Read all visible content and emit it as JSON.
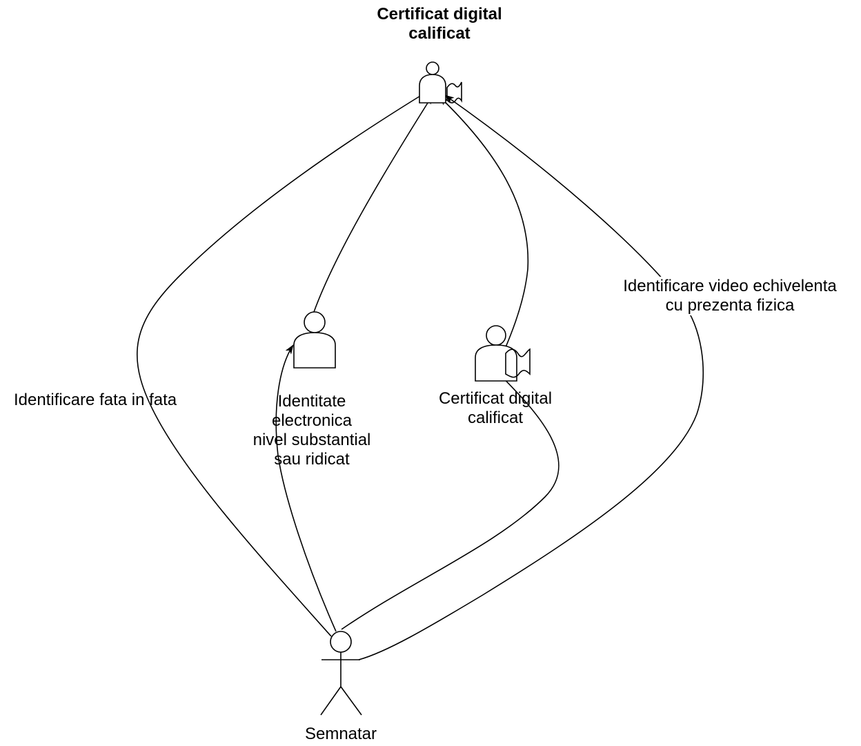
{
  "colors": {
    "stroke": "#000000",
    "fill": "#ffffff",
    "text": "#000000"
  },
  "top_node": {
    "title": "Certificat digital\ncalificat",
    "icon": "user-with-certificate-icon"
  },
  "middle_nodes": [
    {
      "label": "Identitate\nelectronica\nnivel substantial\nsau ridicat",
      "icon": "user-icon"
    },
    {
      "label": "Certificat digital\ncalificat",
      "icon": "user-with-certificate-icon"
    }
  ],
  "edge_labels": {
    "face_to_face": "Identificare fata in fata",
    "video": "Identificare video echivelenta\ncu prezenta fizica"
  },
  "actor": {
    "name": "Semnatar",
    "icon": "stick-figure-icon"
  }
}
